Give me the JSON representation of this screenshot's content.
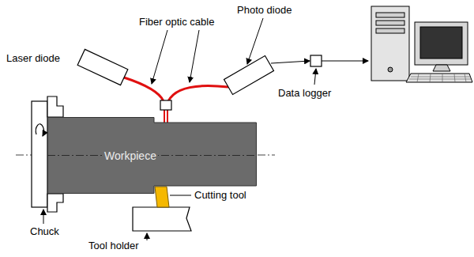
{
  "diagram": {
    "nodes": [
      {
        "text": [
          "Workpiece"
        ]
      }
    ],
    "labels": [
      "Laser diode",
      "Fiber optic cable",
      "Photo diode",
      "Data logger",
      "Cutting tool",
      "Chuck",
      "Tool holder"
    ]
  }
}
